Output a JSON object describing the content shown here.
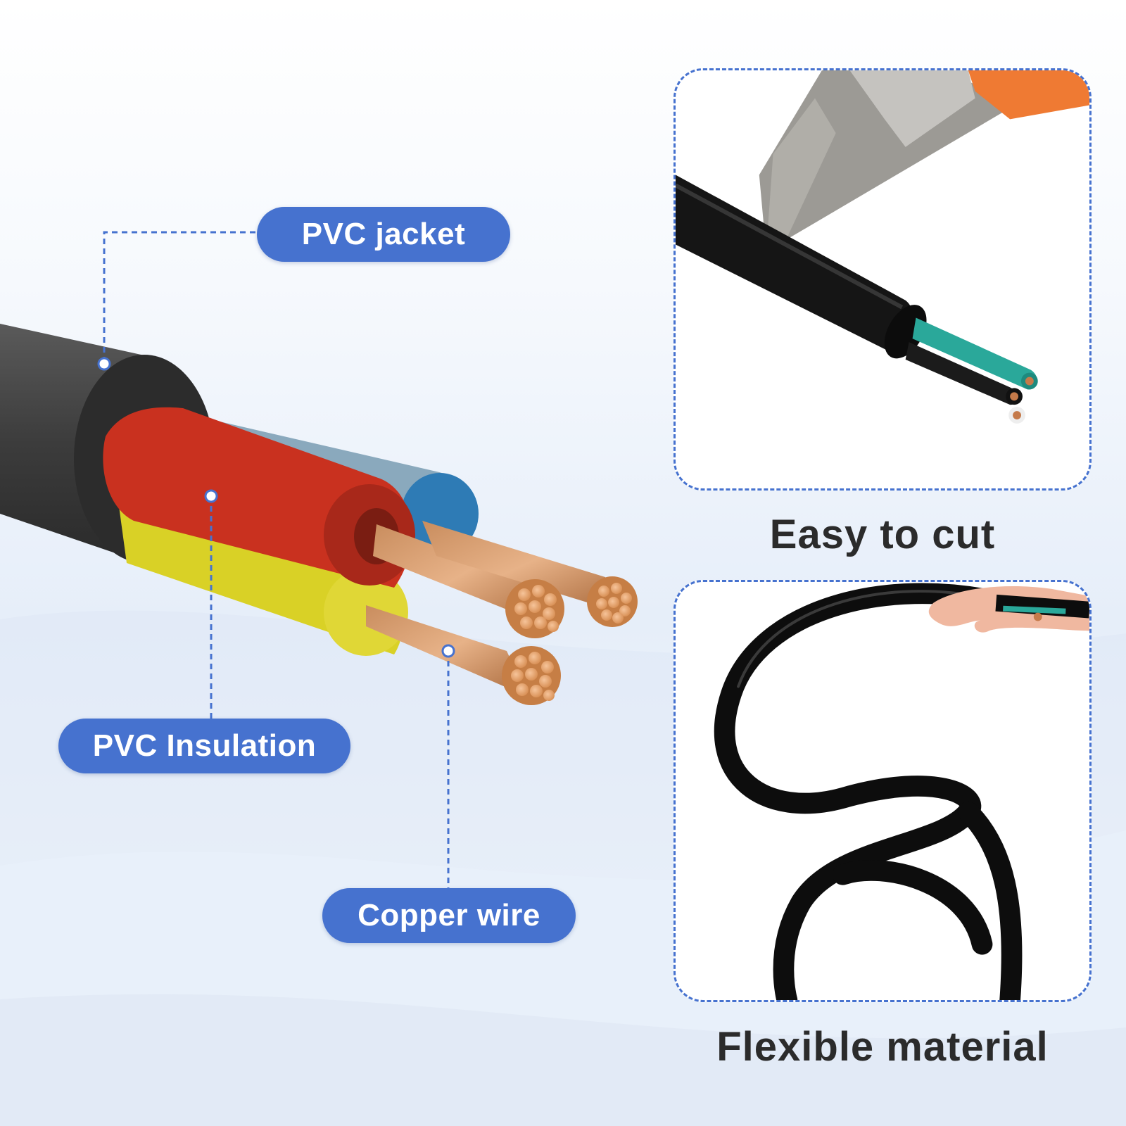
{
  "labels": {
    "jacket": "PVC jacket",
    "insulation": "PVC Insulation",
    "copper": "Copper wire"
  },
  "features": [
    {
      "caption": "Easy to cut",
      "icon": "knife-cutting-cable-photo"
    },
    {
      "caption": "Flexible material",
      "icon": "coiled-cable-photo"
    }
  ],
  "colors": {
    "accent": "#4672cf",
    "jacket": "#3a3a3a",
    "insulation_red": "#c9311f",
    "insulation_blue": "#2e7bb5",
    "insulation_yellow": "#d9d126",
    "copper": "#e7a268"
  }
}
